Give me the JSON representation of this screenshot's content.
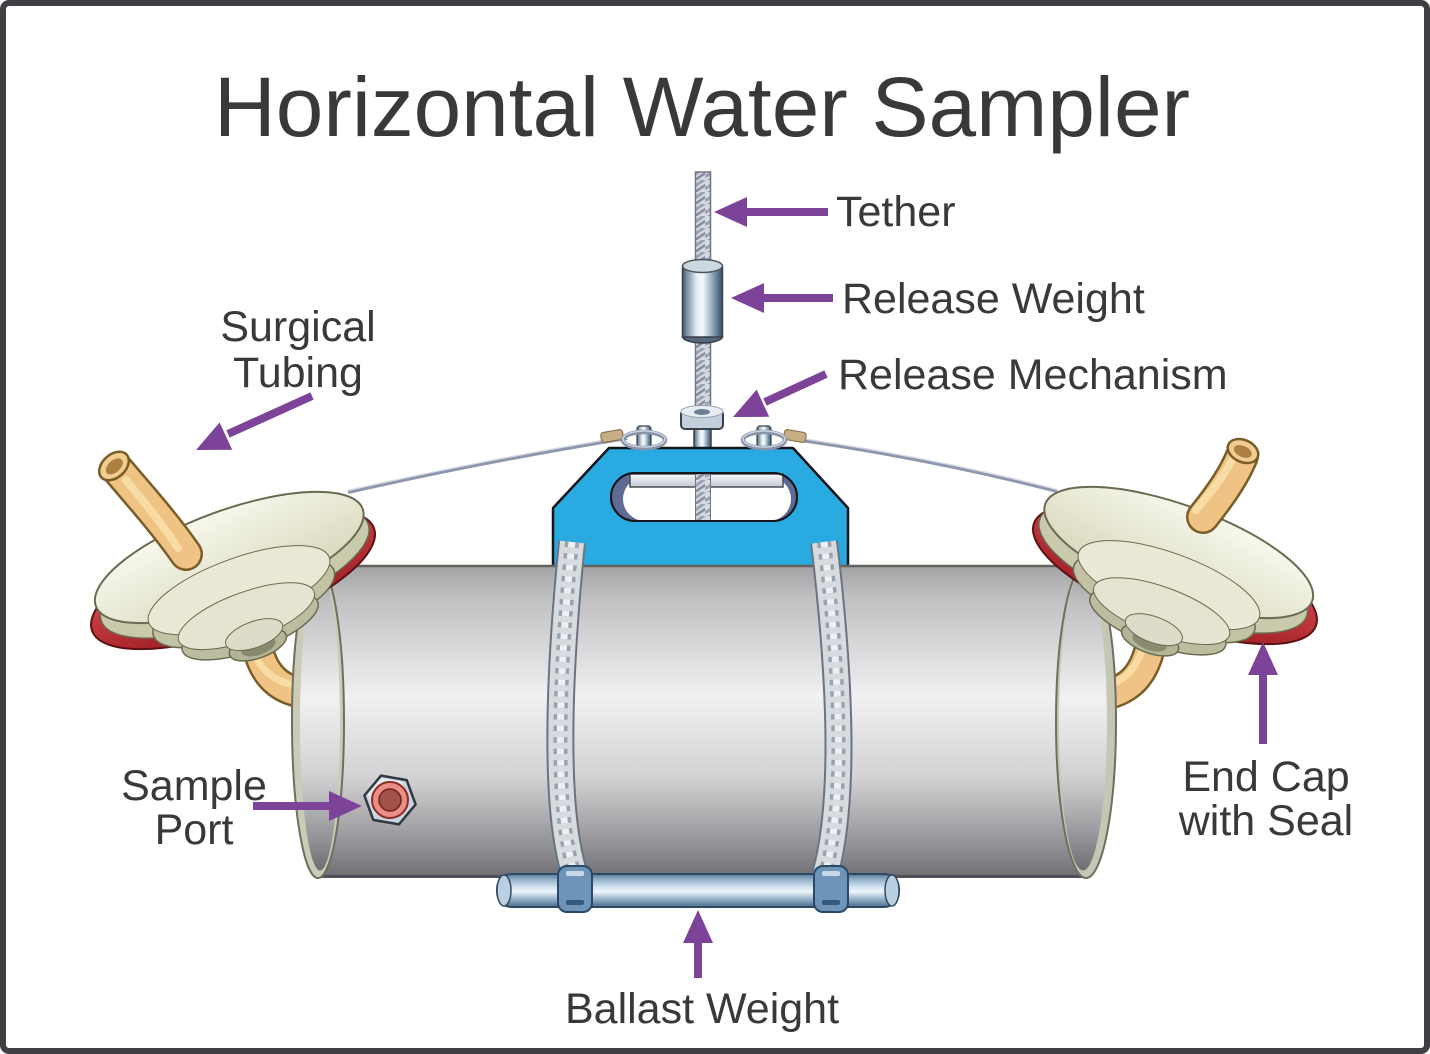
{
  "title": "Horizontal Water Sampler",
  "labels": {
    "tether": "Tether",
    "release_weight": "Release Weight",
    "release_mechanism": "Release Mechanism",
    "surgical_tubing_line1": "Surgical",
    "surgical_tubing_line2": "Tubing",
    "sample_port_line1": "Sample",
    "sample_port_line2": "Port",
    "end_cap_line1": "End Cap",
    "end_cap_line2": "with Seal",
    "ballast_weight": "Ballast Weight"
  },
  "colors": {
    "arrow": "#7C4398",
    "text": "#3A383B",
    "bracket_blue": "#29ABE2",
    "seal_red": "#BE3036",
    "tubing_tan": "#EFC383",
    "cap_cream": "#EDEDDA",
    "cylinder_gray": "#C9C9CB",
    "ballast_blue": "#8FAEC8",
    "border": "#3F4043",
    "background": "#FFFFFF"
  }
}
